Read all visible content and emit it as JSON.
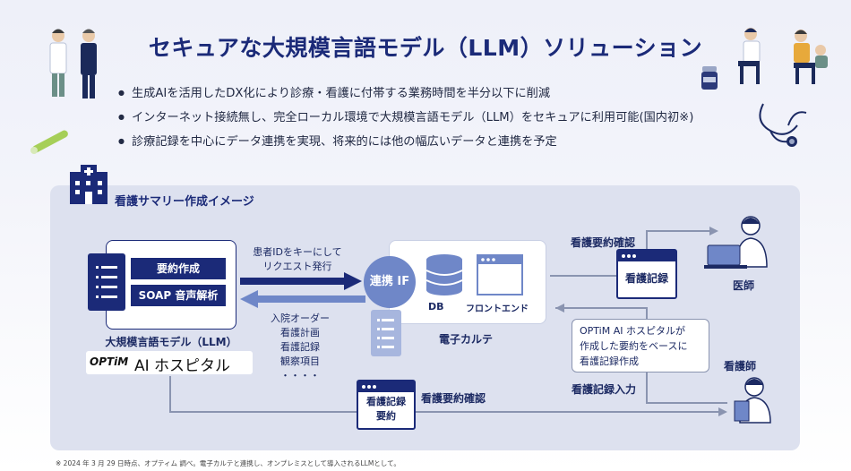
{
  "title": "セキュアな大規模言語モデル（LLM）ソリューション",
  "bullets": [
    "生成AIを活用したDX化により診療・看護に付帯する業務時間を半分以下に削減",
    "インターネット接続無し、完全ローカル環境で大規模言語モデル（LLM）をセキュアに利用可能(国内初※)",
    "診療記録を中心にデータ連携を実現、将来的には他の幅広いデータと連携を予定"
  ],
  "section_title": "看護サマリー作成イメージ",
  "llm": {
    "btn_summary": "要約作成",
    "btn_soap": "SOAP 音声解析",
    "caption": "大規模言語モデル（LLM）",
    "brand": "OPTiM",
    "product": "AI ホスピタル"
  },
  "arrow_top_label": [
    "患者IDをキーにして",
    "リクエスト発行"
  ],
  "arrow_bottom_items": [
    "入院オーダー",
    "看護計画",
    "看護記録",
    "観察項目",
    "・・・・"
  ],
  "ehr": {
    "renkei": "連携 IF",
    "db": "DB",
    "frontend": "フロントエンド",
    "caption": "電子カルテ"
  },
  "doctor": {
    "label": "医師",
    "confirm": "看護要約確認",
    "doc": "看護記録"
  },
  "nurse": {
    "label": "看護師",
    "bubble": [
      "OPTiM AI ホスピタルが",
      "作成した要約をベースに",
      "看護記録作成"
    ],
    "input": "看護記録入力",
    "confirm": "看護要約確認",
    "doc": [
      "看護記録",
      "要約"
    ]
  },
  "footnote": "※ 2024 年 3 月 29 日時点、オプティム 調べ。電子カルテと連携し、オンプレミスとして導入されるLLMとして。",
  "colors": {
    "navy": "#1b2a78",
    "panel": "#dde1ef",
    "accent": "#6f87c8"
  }
}
